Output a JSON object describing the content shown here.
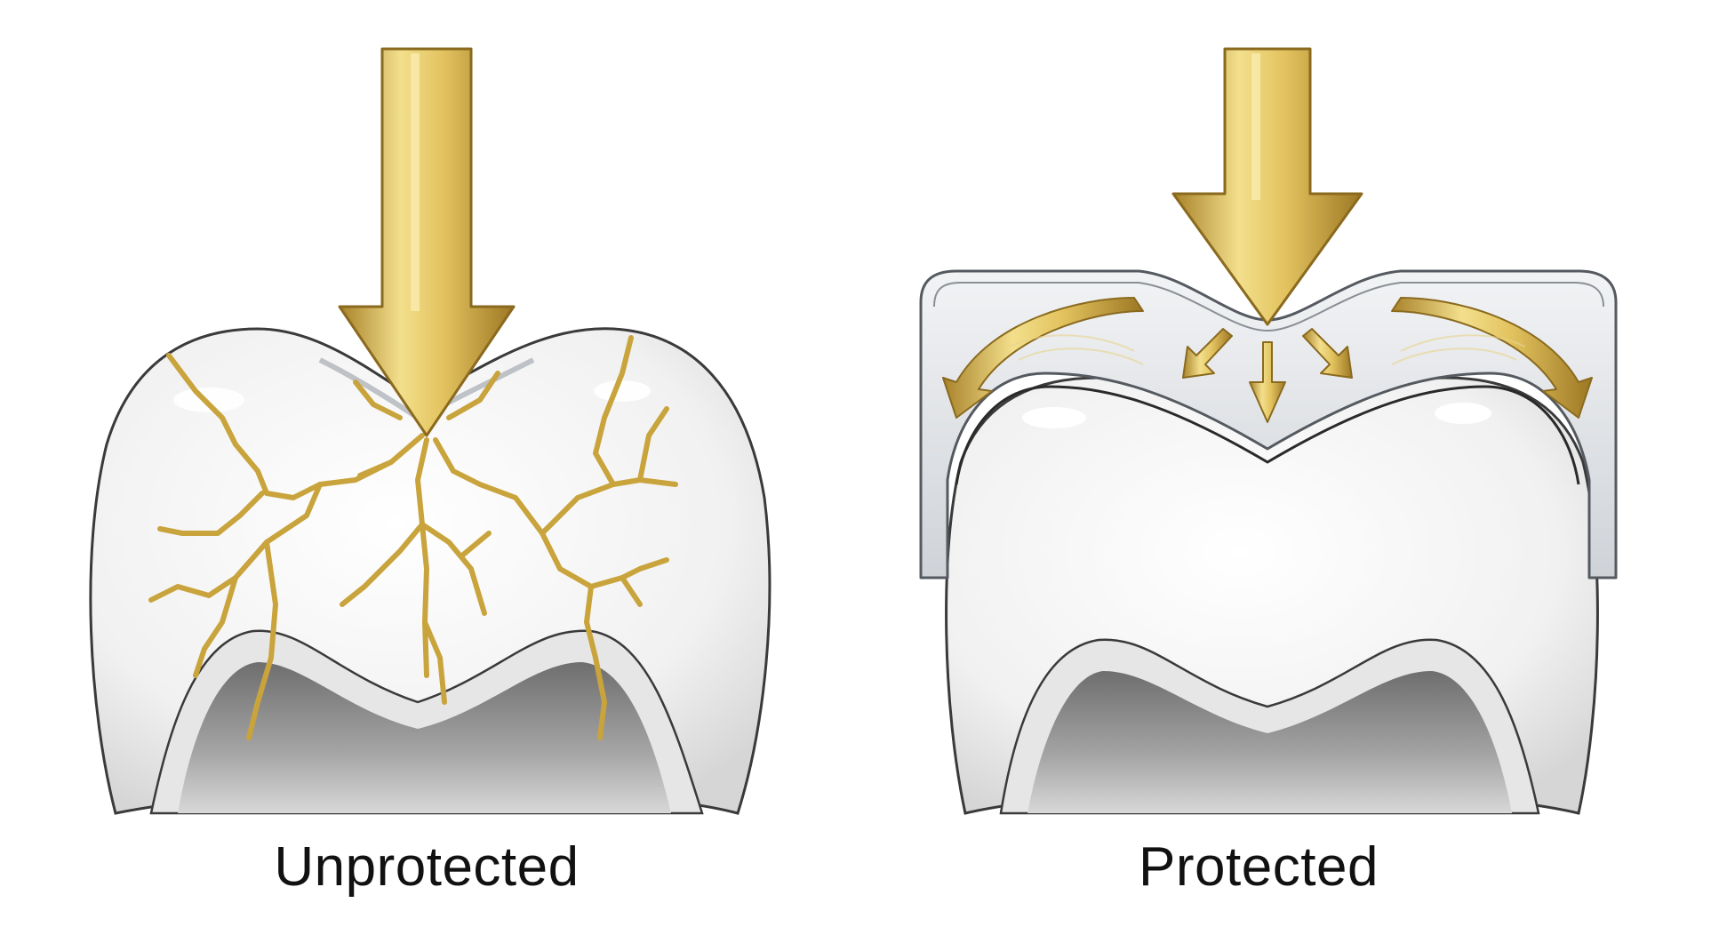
{
  "figure": {
    "description": "Comparison of a tooth under vertical load with and without a protective cap",
    "colors": {
      "arrow_gold": "#d9b44a",
      "arrow_gold_light": "#f3df8c",
      "arrow_gold_dark": "#a8822a",
      "crack_gold": "#c9a43c",
      "enamel_white": "#f4f4f4",
      "outline": "#3a3a3a",
      "pulp_gray": "#8c8c8c",
      "shield_gray": "#d5d8dc"
    },
    "panels": [
      {
        "id": "unprotected",
        "label": "Unprotected",
        "elements": [
          "force-arrow",
          "tooth-crown",
          "crack-network",
          "pulp-chamber"
        ]
      },
      {
        "id": "protected",
        "label": "Protected",
        "elements": [
          "force-arrow",
          "protective-cap",
          "dispersed-force-arrows",
          "tooth-crown",
          "pulp-chamber"
        ]
      }
    ]
  }
}
